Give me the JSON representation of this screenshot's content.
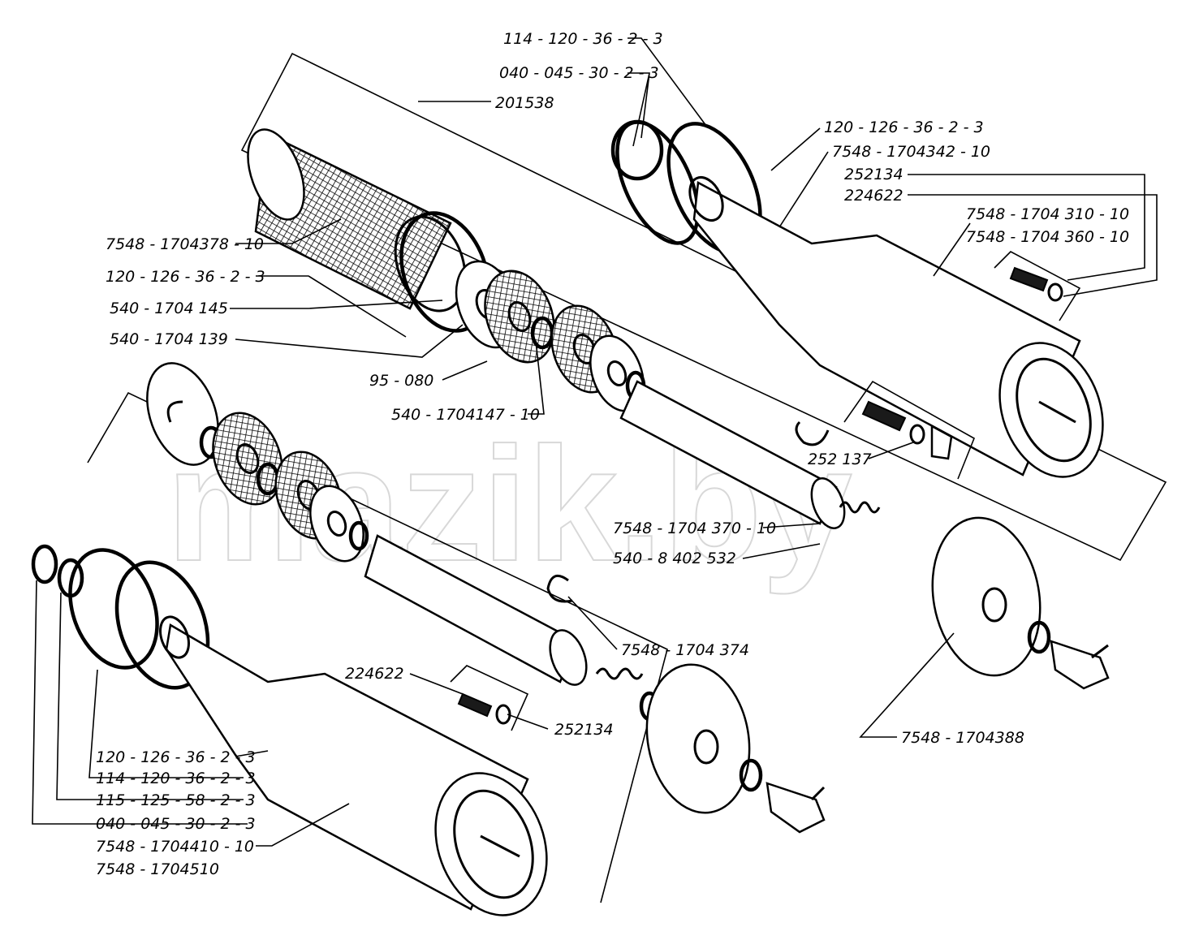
{
  "watermark": "mazik.by",
  "labels": {
    "upper_seal_114": "114 - 120 - 36 - 2 - 3",
    "upper_seal_040": "040 - 045 - 30 - 2 - 3",
    "upper_set_201538": "201538",
    "upper_seal_120": "120 - 126 - 36 - 2 - 3",
    "upper_cap_342": "7548 - 1704342 - 10",
    "upper_screw_252134": "252134",
    "upper_washer_224622": "224622",
    "upper_housing_310": "7548 - 1704 310 - 10",
    "upper_housing_360": "7548 - 1704 360 - 10",
    "filter_378": "7548 - 1704378 - 10",
    "filter_seal_120": "120 - 126 - 36 - 2 - 3",
    "washer_145": "540 - 1704 145",
    "washer_139": "540 - 1704 139",
    "spring_95_080": "95 - 080",
    "disc_147": "540 - 1704147 - 10",
    "clip_252137": "252 137",
    "rod_370": "7548 - 1704 370 - 10",
    "spring_532": "540 - 8 402 532",
    "ring_374": "7548 - 1704 374",
    "lower_washer_224622": "224622",
    "lower_screw_252134": "252134",
    "cover_388": "7548 - 1704388",
    "lower_seal_120": "120 - 126 - 36 - 2 - 3",
    "lower_seal_114": "114 - 120 - 36 - 2 - 3",
    "lower_seal_115": "115 - 125 - 58 - 2 - 3",
    "lower_seal_040": "040 - 045 - 30 - 2 - 3",
    "lower_housing_410": "7548 - 1704410 - 10",
    "lower_housing_510": "7548 - 1704510"
  }
}
